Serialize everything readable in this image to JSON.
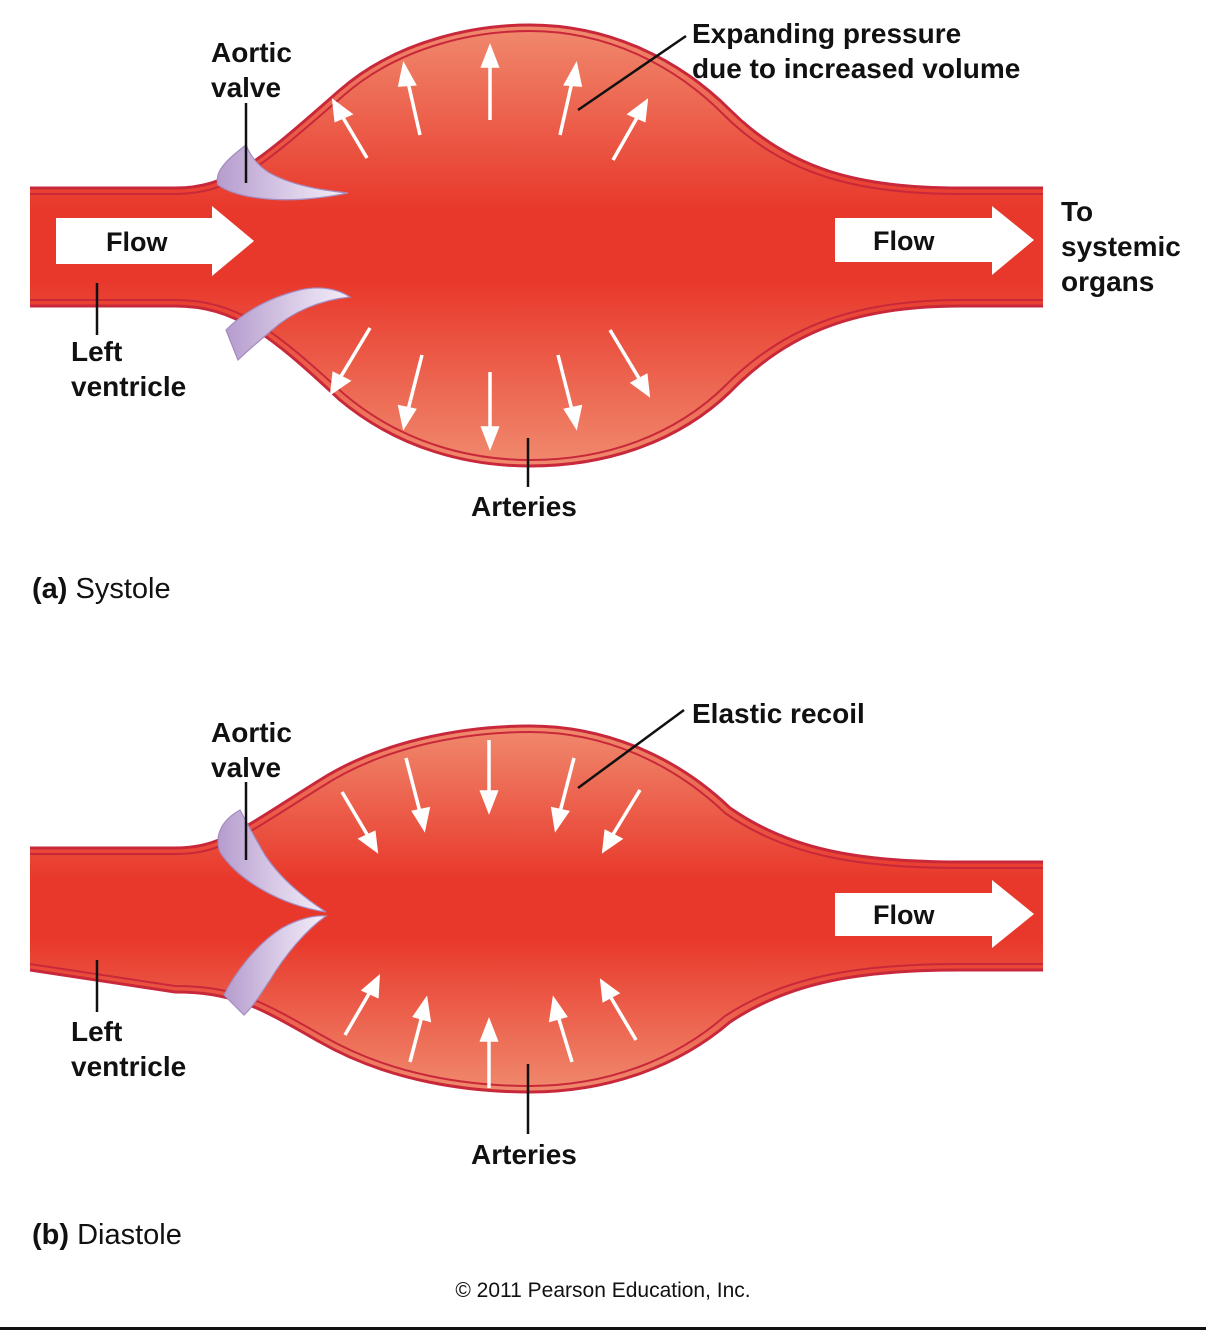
{
  "panel_a": {
    "letter": "(a)",
    "title": "Systole",
    "labels": {
      "aortic_valve_1": "Aortic",
      "aortic_valve_2": "valve",
      "expanding_1": "Expanding pressure",
      "expanding_2": "due to increased volume",
      "to_1": "To",
      "to_2": "systemic",
      "to_3": "organs",
      "left_ventricle_1": "Left",
      "left_ventricle_2": "ventricle",
      "arteries": "Arteries",
      "flow_in": "Flow",
      "flow_out": "Flow"
    }
  },
  "panel_b": {
    "letter": "(b)",
    "title": "Diastole",
    "labels": {
      "aortic_valve_1": "Aortic",
      "aortic_valve_2": "valve",
      "elastic_recoil": "Elastic recoil",
      "left_ventricle_1": "Left",
      "left_ventricle_2": "ventricle",
      "arteries": "Arteries",
      "flow_out": "Flow"
    }
  },
  "colors": {
    "vessel_core": "#e8382b",
    "vessel_edge": "#f08a6e",
    "wall": "#c8283a",
    "valve": "#c9b6dc"
  },
  "copyright": "© 2011 Pearson Education, Inc."
}
